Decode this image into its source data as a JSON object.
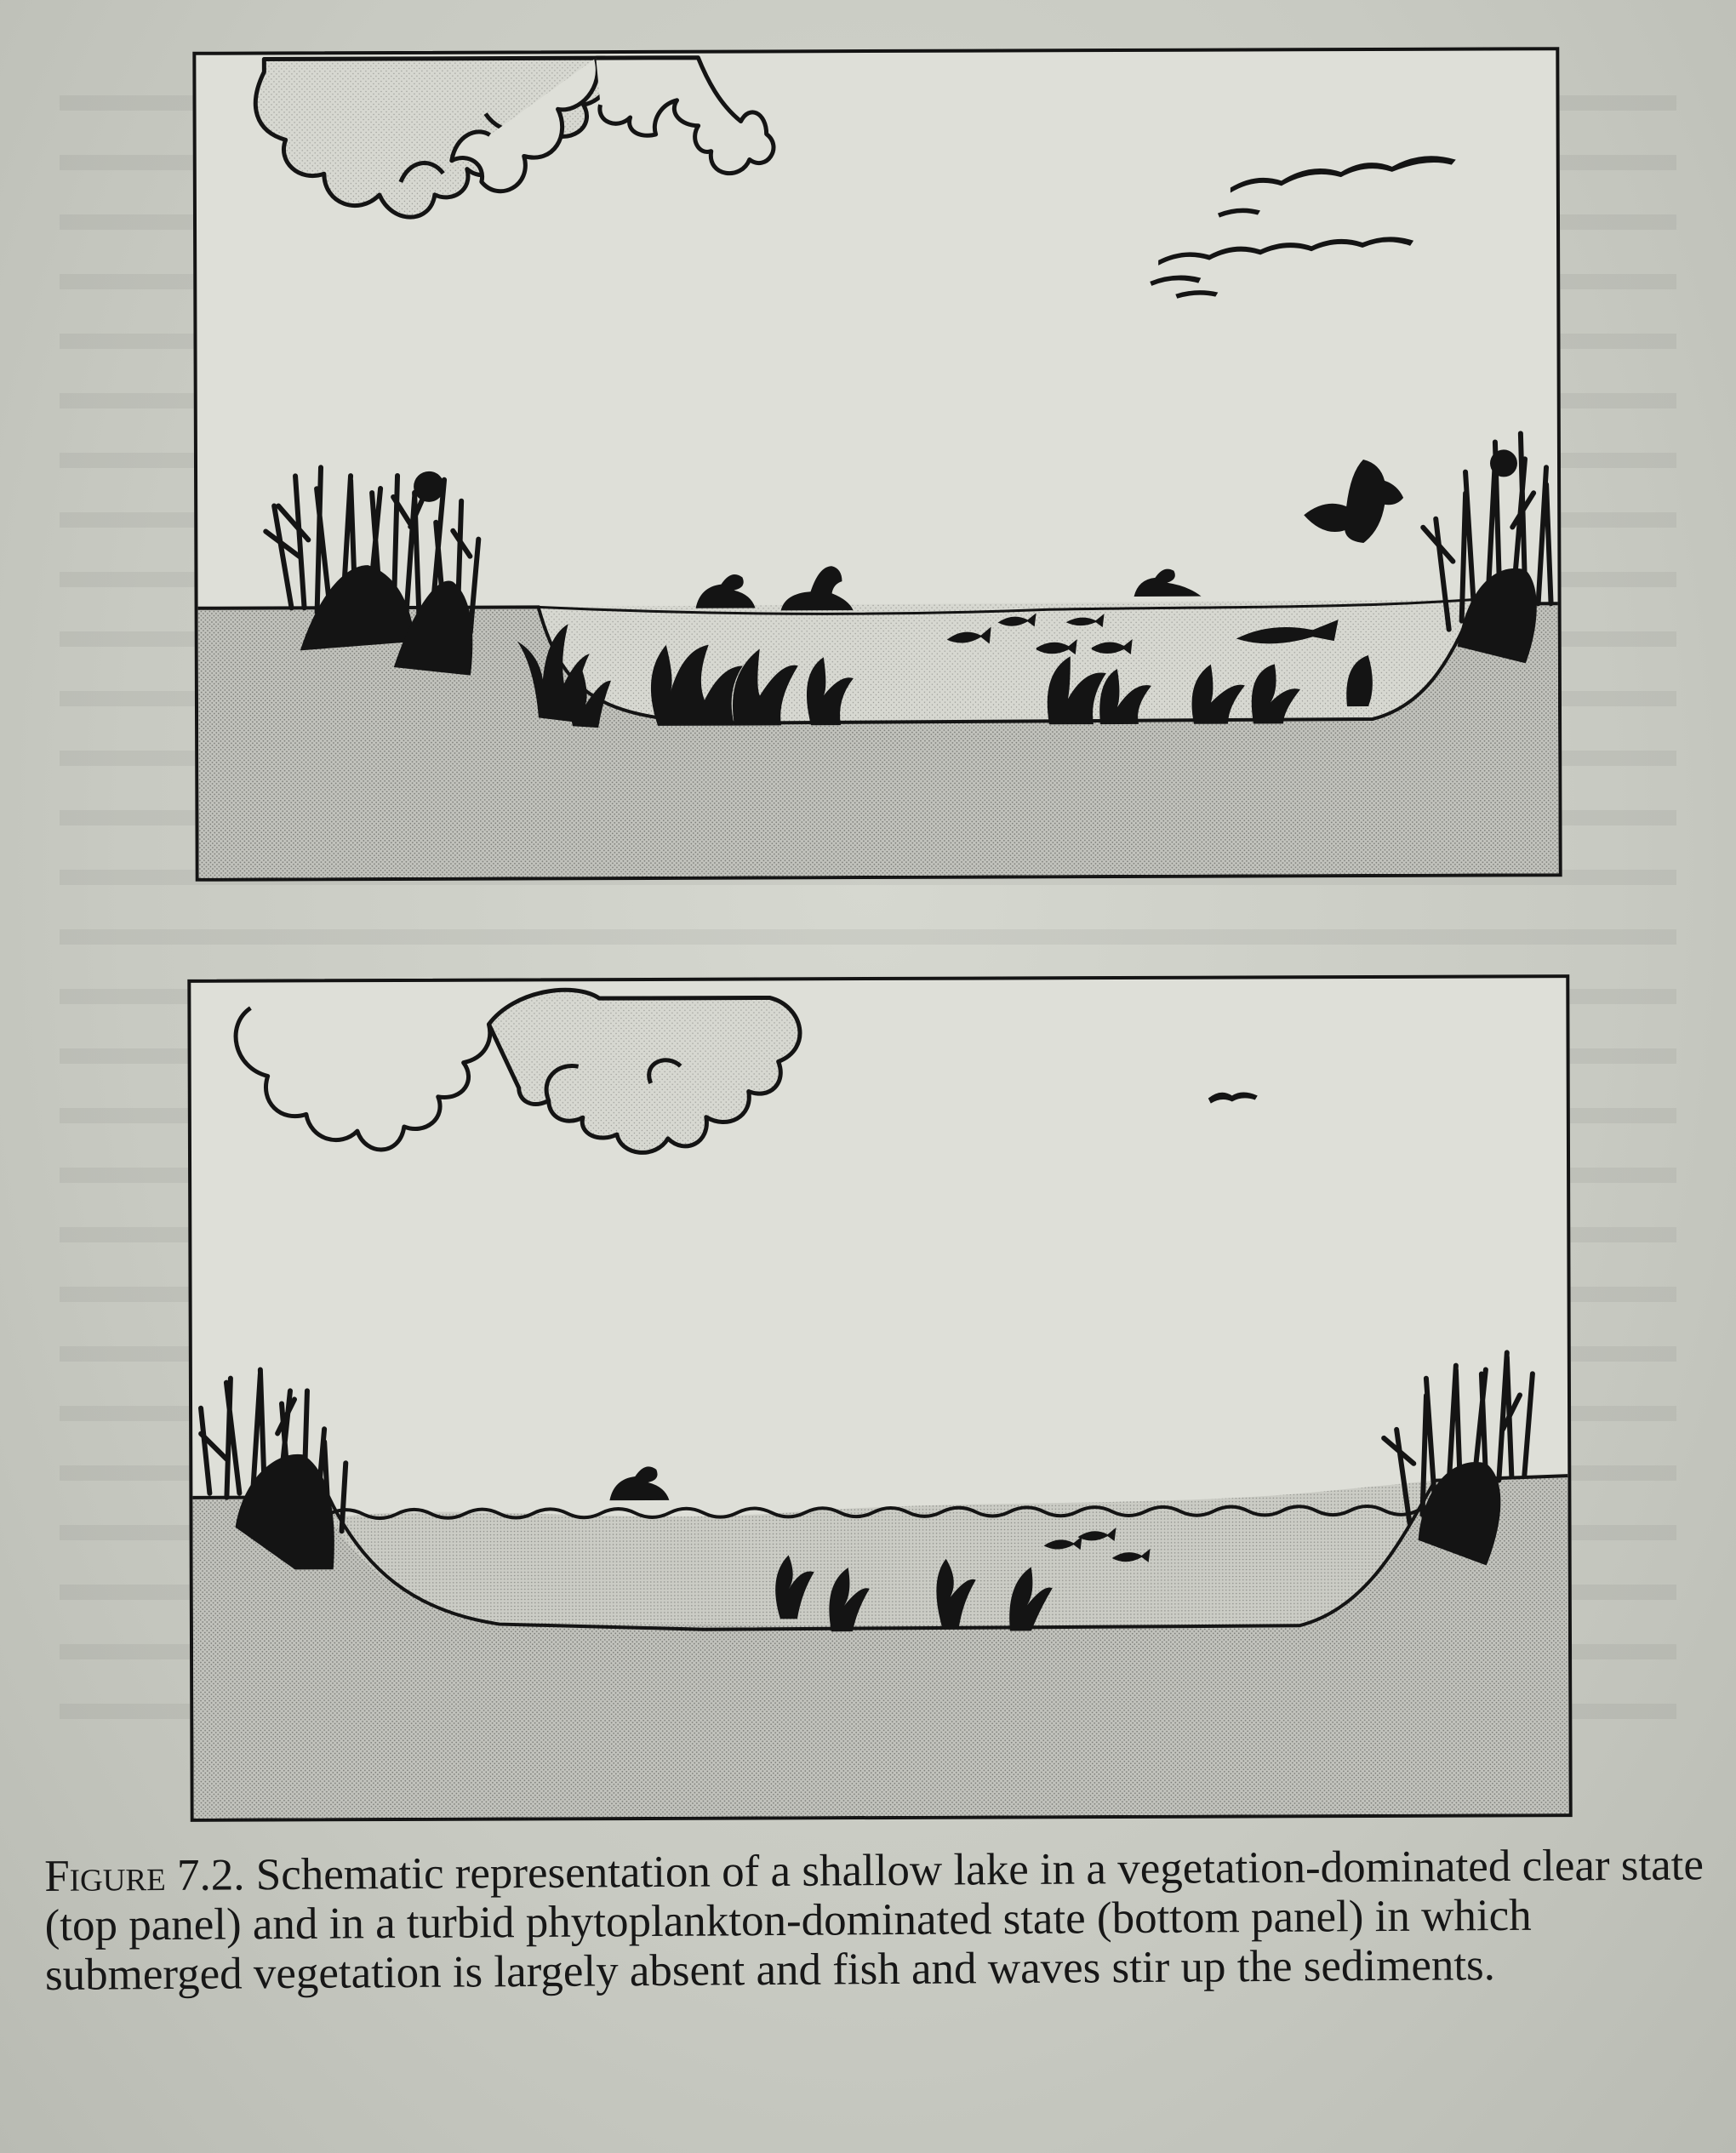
{
  "figure": {
    "label": "Figure 7.2.",
    "caption_text": "Schematic representation of a shallow lake in a vegetation-dominated clear state (top panel) and in a turbid phytoplankton-dominated state (bottom panel) in which submerged vegetation is largely absent and fish and waves stir up the sediments."
  },
  "colors": {
    "ink": "#141414",
    "sky": "#dedfd8",
    "ground_stipple": "#9a9b96",
    "water_clear": "#d2d4cc",
    "water_turbid": "#cfd0ca",
    "page": "#c9cbc3"
  },
  "panels": {
    "top": {
      "state": "clear-vegetation-dominated",
      "icons": [
        "cloud-icon",
        "bird-flock-icon",
        "flying-duck-icon",
        "reed-icon",
        "swimming-bird-icon",
        "submerged-plant-icon",
        "fish-icon",
        "pike-icon"
      ]
    },
    "bottom": {
      "state": "turbid-phytoplankton-dominated",
      "icons": [
        "cloud-icon",
        "bird-icon",
        "reed-icon",
        "swimming-bird-icon",
        "fish-icon",
        "submerged-plant-icon",
        "wave-icon"
      ]
    }
  }
}
